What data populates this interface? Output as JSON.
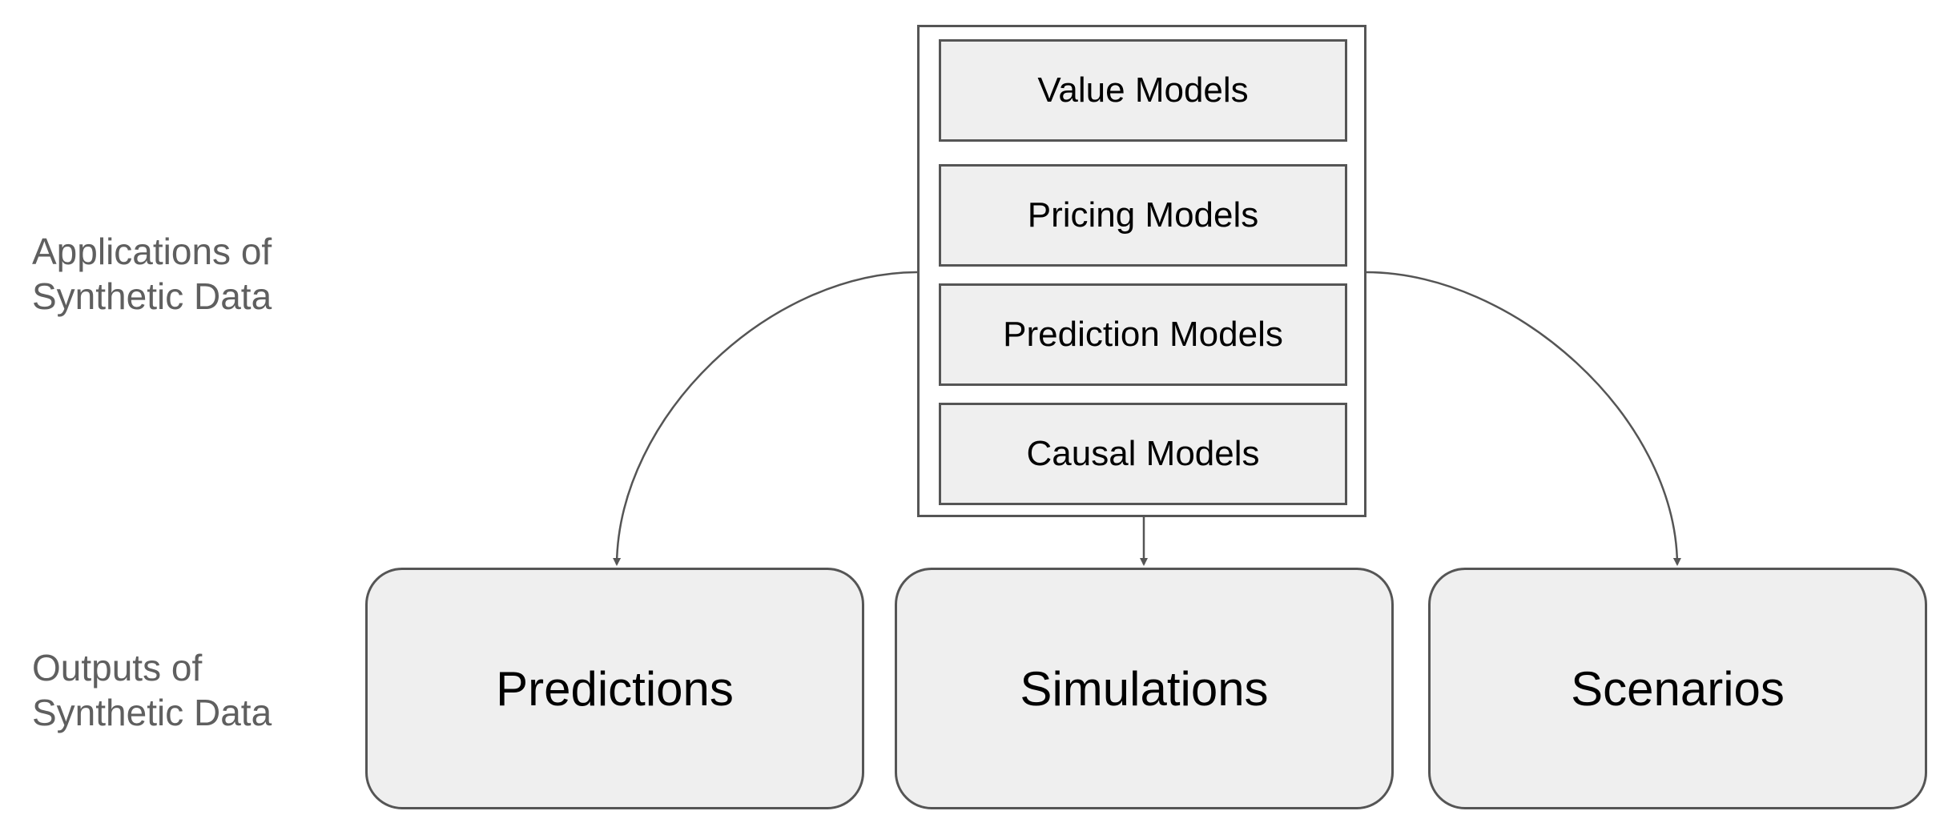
{
  "row_labels": {
    "applications": [
      "Applications of",
      "Synthetic Data"
    ],
    "outputs": [
      "Outputs of",
      "Synthetic Data"
    ]
  },
  "models": [
    {
      "label": "Value Models"
    },
    {
      "label": "Pricing Models"
    },
    {
      "label": "Prediction Models"
    },
    {
      "label": "Causal Models"
    }
  ],
  "outputs": [
    {
      "label": "Predictions"
    },
    {
      "label": "Simulations"
    },
    {
      "label": "Scenarios"
    }
  ],
  "colors": {
    "box_fill": "#efefef",
    "border": "#555555",
    "label_text": "#5f5f5f",
    "box_text": "#000000"
  }
}
